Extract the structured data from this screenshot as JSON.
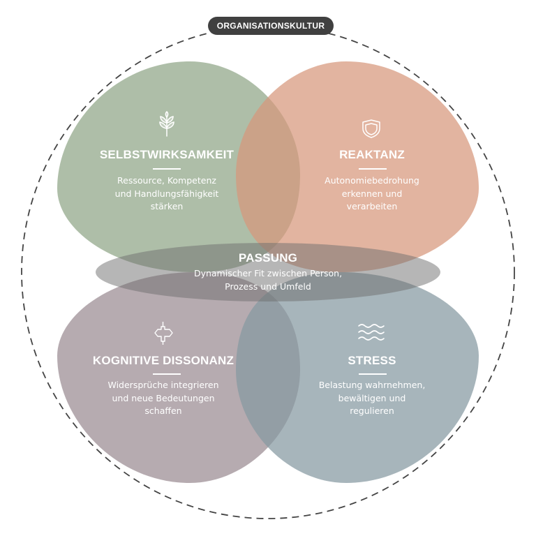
{
  "organisation": {
    "label": "ORGANISATIONSKULTUR"
  },
  "colors": {
    "selbstwirksamkeit": "#8fa587",
    "reaktanz": "#d7977c",
    "kognitive_dissonanz": "#9a8a92",
    "stress": "#8598a1",
    "passung": "#6e6e6e",
    "badge": "#404040",
    "dashed_circle": "#444444"
  },
  "quadrants": {
    "selbstwirksamkeit": {
      "icon": "sprout-icon",
      "title": "SELBSTWIRKSAMKEIT",
      "lines": [
        "Ressource, Kompetenz",
        "und Handlungsfähigkeit",
        "stärken"
      ]
    },
    "reaktanz": {
      "icon": "shield-icon",
      "title": "REAKTANZ",
      "lines": [
        "Autonomiebedrohung",
        "erkennen und",
        "verarbeiten"
      ]
    },
    "kognitive_dissonanz": {
      "icon": "arrows-left-right-icon",
      "title": "KOGNITIVE DISSONANZ",
      "lines": [
        "Widersprüche integrieren",
        "und neue Bedeutungen",
        "schaffen"
      ]
    },
    "stress": {
      "icon": "waves-icon",
      "title": "STRESS",
      "lines": [
        "Belastung wahrnehmen,",
        "bewältigen und",
        "regulieren"
      ]
    }
  },
  "center": {
    "title": "PASSUNG",
    "lines": [
      "Dynamischer Fit zwischen Person,",
      "Prozess und Umfeld"
    ]
  }
}
